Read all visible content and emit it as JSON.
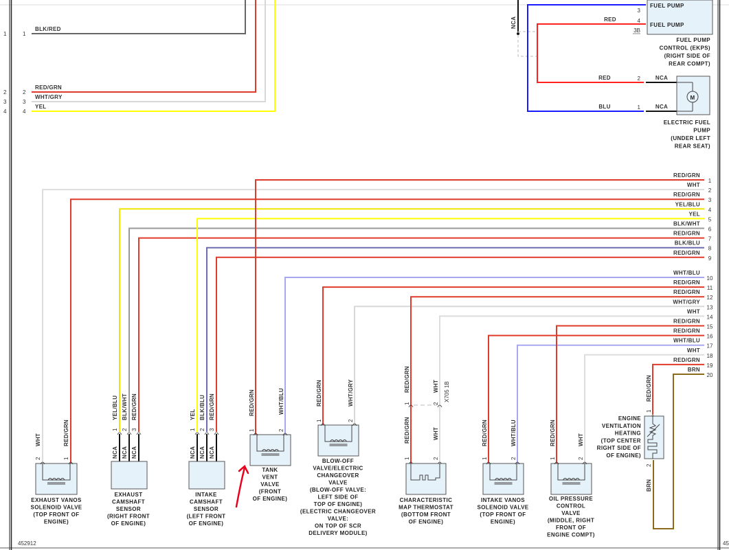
{
  "diagram_id": "452912",
  "side_ref": "45",
  "left_connector": {
    "pins": [
      {
        "pin": "1",
        "color_code": "BLK/RED"
      },
      {
        "pin": "2",
        "color_code": "RED/GRN"
      },
      {
        "pin": "3",
        "color_code": "WHT/GRY"
      },
      {
        "pin": "4",
        "color_code": "YEL"
      }
    ]
  },
  "fuel_pump_control": {
    "name": [
      "FUEL PUMP",
      "CONTROL (EKPS)",
      "(RIGHT SIDE OF",
      "REAR COMPT)"
    ],
    "pin_labels": [
      {
        "pin": "3",
        "label": "FUEL PUMP"
      },
      {
        "pin": "4",
        "label": "FUEL PUMP"
      }
    ],
    "connector_ref": "3B",
    "wire_red": "RED",
    "nca_label": "NCA"
  },
  "electric_fuel_pump": {
    "name": [
      "ELECTRIC FUEL",
      "PUMP",
      "(UNDER LEFT",
      "REAR SEAT)"
    ],
    "symbol": "M",
    "pins": [
      {
        "pin": "2",
        "color_code": "RED",
        "nca": "NCA"
      },
      {
        "pin": "1",
        "color_code": "BLU",
        "nca": "NCA"
      }
    ]
  },
  "right_connector": {
    "pins": [
      {
        "pin": "1",
        "color_code": "RED/GRN"
      },
      {
        "pin": "2",
        "color_code": "WHT"
      },
      {
        "pin": "3",
        "color_code": "RED/GRN"
      },
      {
        "pin": "4",
        "color_code": "YEL/BLU"
      },
      {
        "pin": "5",
        "color_code": "YEL"
      },
      {
        "pin": "6",
        "color_code": "BLK/WHT"
      },
      {
        "pin": "7",
        "color_code": "RED/GRN"
      },
      {
        "pin": "8",
        "color_code": "BLK/BLU"
      },
      {
        "pin": "9",
        "color_code": "RED/GRN"
      },
      {
        "pin": "10",
        "color_code": "WHT/BLU"
      },
      {
        "pin": "11",
        "color_code": "RED/GRN"
      },
      {
        "pin": "12",
        "color_code": "RED/GRN"
      },
      {
        "pin": "13",
        "color_code": "WHT/GRY"
      },
      {
        "pin": "14",
        "color_code": "WHT"
      },
      {
        "pin": "15",
        "color_code": "RED/GRN"
      },
      {
        "pin": "16",
        "color_code": "RED/GRN"
      },
      {
        "pin": "17",
        "color_code": "WHT/BLU"
      },
      {
        "pin": "18",
        "color_code": "WHT"
      },
      {
        "pin": "19",
        "color_code": "RED/GRN"
      },
      {
        "pin": "20",
        "color_code": "BRN"
      }
    ]
  },
  "components": [
    {
      "id": "exhaust-vanos",
      "name": [
        "EXHAUST VANOS",
        "SOLENOID VALVE",
        "(TOP FRONT OF",
        "ENGINE)"
      ],
      "pins": [
        {
          "pin": "2",
          "color_code": "WHT"
        },
        {
          "pin": "1",
          "color_code": "RED/GRN"
        }
      ]
    },
    {
      "id": "exhaust-camshaft",
      "name": [
        "EXHAUST",
        "CAMSHAFT",
        "SENSOR",
        "(RIGHT FRONT",
        "OF ENGINE)"
      ],
      "pins": [
        {
          "pin": "1",
          "color_code": "YEL/BLU"
        },
        {
          "pin": "2",
          "color_code": "BLK/WHT"
        },
        {
          "pin": "3",
          "color_code": "RED/GRN"
        }
      ],
      "nca": "NCA"
    },
    {
      "id": "intake-camshaft",
      "name": [
        "INTAKE",
        "CAMSHAFT",
        "SENSOR",
        "(LEFT FRONT",
        "OF ENGINE)"
      ],
      "pins": [
        {
          "pin": "1",
          "color_code": "YEL"
        },
        {
          "pin": "2",
          "color_code": "BLK/BLU"
        },
        {
          "pin": "3",
          "color_code": "RED/GRN"
        }
      ],
      "nca": "NCA"
    },
    {
      "id": "tank-vent",
      "name": [
        "TANK",
        "VENT",
        "VALVE",
        "(FRONT",
        "OF ENGINE)"
      ],
      "pins": [
        {
          "pin": "1",
          "color_code": "RED/GRN"
        },
        {
          "pin": "2",
          "color_code": "WHT/BLU"
        }
      ]
    },
    {
      "id": "blow-off",
      "name": [
        "BLOW-OFF",
        "VALVE/ELECTRIC",
        "CHANGEOVER",
        "VALVE",
        "(BLOW-OFF VALVE:",
        "LEFT SIDE OF",
        "TOP OF ENGINE)",
        "(ELECTRIC CHANGEOVER",
        "VALVE:",
        "ON TOP OF SCR",
        "DELIVERY MODULE)"
      ],
      "pins": [
        {
          "pin": "1",
          "color_code": "RED/GRN"
        },
        {
          "pin": "2",
          "color_code": "WHT/GRY"
        }
      ]
    },
    {
      "id": "map-thermostat",
      "name": [
        "CHARACTERISTIC",
        "MAP THERMOSTAT",
        "(BOTTOM FRONT",
        "OF ENGINE)"
      ],
      "pins": [
        {
          "pin": "1",
          "color_code": "RED/GRN"
        },
        {
          "pin": "2",
          "color_code": "WHT"
        }
      ],
      "inline_connector": {
        "ref": "X705 1B",
        "pins": [
          {
            "pin": "1",
            "color_code": "RED/GRN"
          },
          {
            "pin": "2",
            "color_code": "WHT"
          }
        ]
      }
    },
    {
      "id": "intake-vanos",
      "name": [
        "INTAKE VANOS",
        "SOLENOID VALVE",
        "(TOP FRONT OF",
        "ENGINE)"
      ],
      "pins": [
        {
          "pin": "1",
          "color_code": "RED/GRN"
        },
        {
          "pin": "2",
          "color_code": "WHT/BLU"
        }
      ]
    },
    {
      "id": "oil-pressure",
      "name": [
        "OIL PRESSURE",
        "CONTROL",
        "VALVE",
        "(MIDDLE, RIGHT",
        "FRONT OF",
        "ENGINE COMPT)"
      ],
      "pins": [
        {
          "pin": "1",
          "color_code": "RED/GRN"
        },
        {
          "pin": "2",
          "color_code": "WHT"
        }
      ]
    },
    {
      "id": "engine-vent-heating",
      "name": [
        "ENGINE",
        "VENTILATION",
        "HEATING",
        "(TOP CENTER",
        "RIGHT SIDE OF",
        "OF ENGINE)"
      ],
      "pins": [
        {
          "pin": "1",
          "color_code": "RED/GRN"
        },
        {
          "pin": "2",
          "color_code": "BRN"
        }
      ]
    }
  ],
  "wire_colors": {
    "RED/GRN": "#e03a2a",
    "WHT": "#dddddd",
    "YEL/BLU": "#f2e600",
    "YEL": "#ffff00",
    "BLK/WHT": "#999999",
    "BLK/BLU": "#6c6cb0",
    "WHT/BLU": "#a8a8f0",
    "WHT/GRY": "#d8d8d8",
    "BRN": "#8b6a1a",
    "RED": "#ff2020",
    "BLU": "#1a1aff",
    "BLK/RED": "#666666"
  }
}
